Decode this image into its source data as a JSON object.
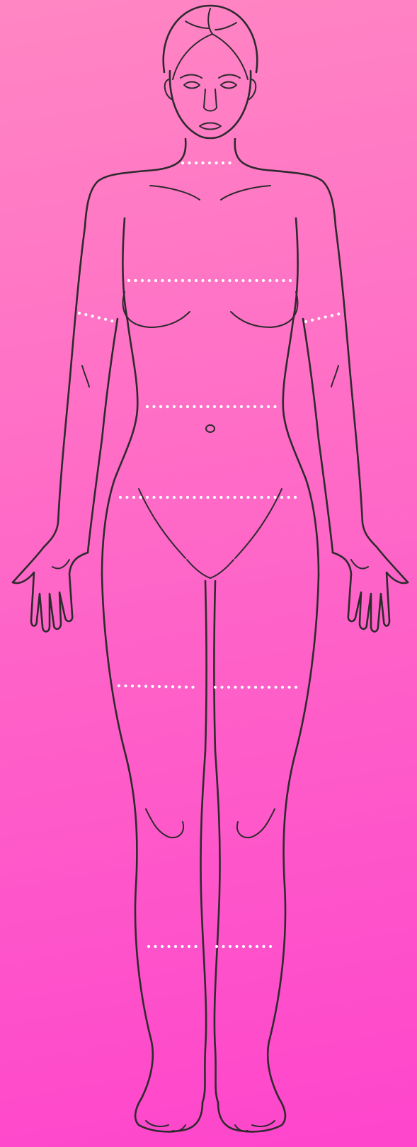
{
  "figure": {
    "background": {
      "top": "#ff86c3",
      "bottom": "#fe45cc"
    },
    "outline_color": "#2d2a2e",
    "measurement_dot_color": "#ffffff",
    "measurement_lines": [
      "neck",
      "bust",
      "upper-arm-left",
      "upper-arm-right",
      "waist",
      "hips",
      "thigh-left",
      "thigh-right",
      "calf-left",
      "calf-right"
    ]
  }
}
